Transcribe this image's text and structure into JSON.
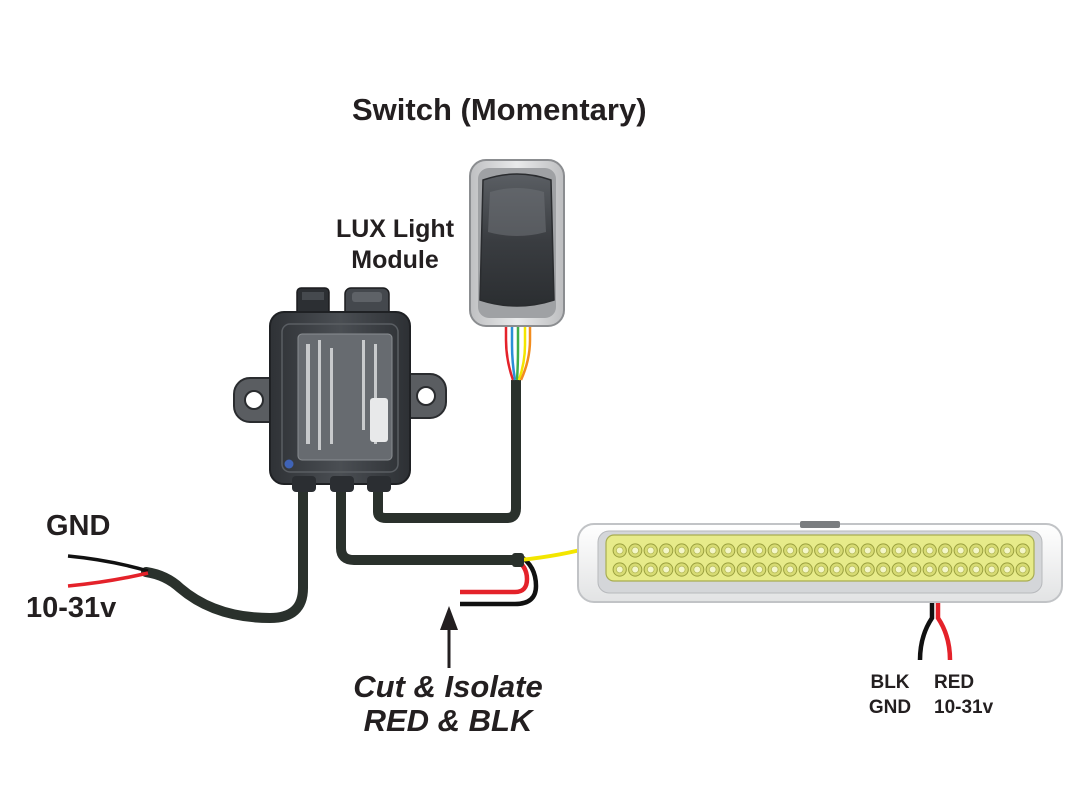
{
  "labels": {
    "switch_title": "Switch (Momentary)",
    "module_line1": "LUX Light",
    "module_line2": "Module",
    "gnd_input": "GND",
    "voltage_input": "10-31v",
    "cut_line1": "Cut & Isolate",
    "cut_line2": "RED & BLK",
    "blk": "BLK",
    "gnd": "GND",
    "red": "RED",
    "voltage": "10-31v"
  },
  "colors": {
    "harness_wire": "#2a312c",
    "red_wire": "#e4222a",
    "black_wire": "#111111",
    "yellow_wire": "#f3e600",
    "module_body": "#3d4044",
    "led_yellow": "#e7eb8a",
    "text": "#231f20"
  },
  "icons": {
    "switch": "rocker-switch-icon",
    "module": "light-module-icon",
    "light_bar": "led-light-bar-icon",
    "arrow": "arrow-up-icon"
  }
}
